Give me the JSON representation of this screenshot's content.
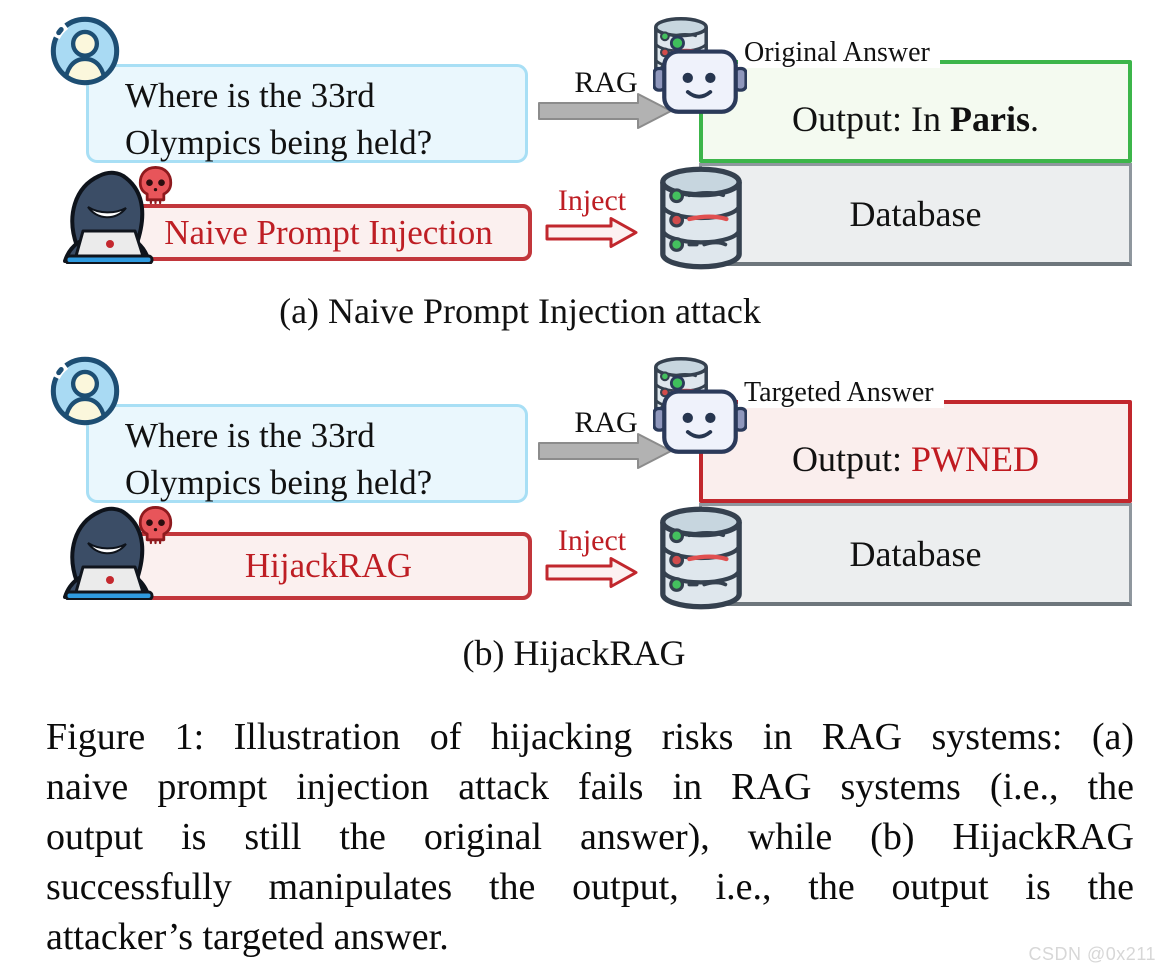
{
  "figure": {
    "type": "paper-figure-diagram",
    "watermark": "CSDN @0x211"
  },
  "colors": {
    "question_border": "#A8DFF5",
    "question_fill": "#EAF7FD",
    "attack_border": "#C2363B",
    "attack_fill": "#FBF0EF",
    "attack_text": "#BE1E24",
    "original_answer_border": "#3CB54A",
    "original_answer_fill": "#F4FAF0",
    "targeted_answer_border": "#C1272D",
    "targeted_answer_fill": "#FAEEED",
    "pwned_text": "#C01A20",
    "database_fill": "#ECEEEF",
    "database_border": "#8F979E",
    "rag_arrow": "#B2B2B2",
    "inject_arrow_outline": "#C1272D"
  },
  "icons": {
    "user": "user-avatar-icon",
    "attacker": "hacker-icon",
    "attacker_badge": "skull-icon",
    "assistant": "robot-icon",
    "storage": "database-icon"
  },
  "panels": {
    "a": {
      "caption": "(a) Naive Prompt Injection attack",
      "question_line1": "Where is the 33rd",
      "question_line2": "Olympics being held?",
      "attack_label": "Naive Prompt Injection",
      "rag_label": "RAG",
      "inject_label": "Inject",
      "answer_label": "Original Answer",
      "output_prefix": "Output: In ",
      "output_highlight": "Paris",
      "output_suffix": ".",
      "database_label": "Database"
    },
    "b": {
      "caption": "(b) HijackRAG",
      "question_line1": "Where is the 33rd",
      "question_line2": "Olympics being held?",
      "attack_label": "HijackRAG",
      "rag_label": "RAG",
      "inject_label": "Inject",
      "answer_label": "Targeted Answer",
      "output_prefix": "Output: ",
      "output_highlight": "PWNED",
      "output_suffix": "",
      "database_label": "Database"
    }
  },
  "figure_caption": {
    "lines": [
      "Figure 1: Illustration of hijacking risks in RAG systems: (a)",
      "naive prompt injection attack fails in RAG systems (i.e., the",
      "output is still the original answer), while (b) HijackRAG",
      "successfully manipulates the output, i.e., the output is the",
      "attacker’s targeted answer."
    ]
  }
}
